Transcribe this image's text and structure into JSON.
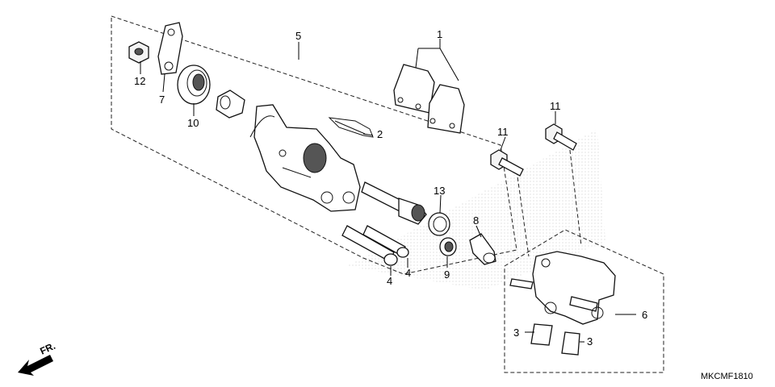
{
  "diagram": {
    "callouts": [
      "1",
      "2",
      "3",
      "3",
      "4",
      "4",
      "5",
      "6",
      "7",
      "8",
      "9",
      "10",
      "11",
      "11",
      "12",
      "13"
    ],
    "direction_label": "FR.",
    "diagram_code": "MKCMF1810"
  }
}
